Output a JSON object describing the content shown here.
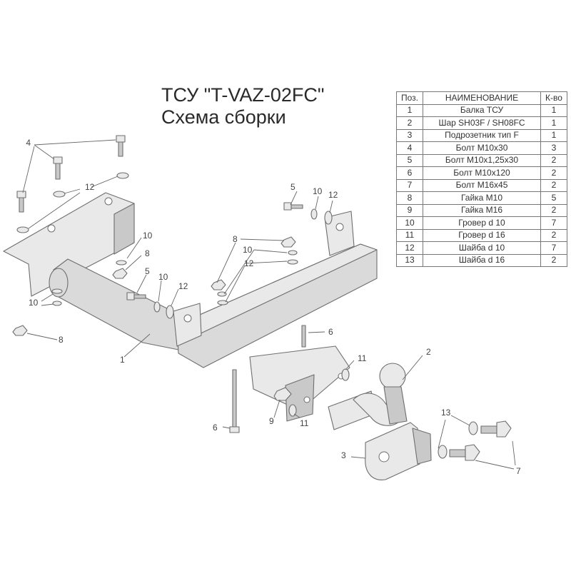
{
  "title": "ТСУ \"T-VAZ-02FC\"",
  "subtitle": "Схема сборки",
  "parts_table": {
    "headers": [
      "Поз.",
      "НАИМЕНОВАНИЕ",
      "К-во"
    ],
    "rows": [
      {
        "pos": "1",
        "name": "Балка ТСУ",
        "qty": "1"
      },
      {
        "pos": "2",
        "name": "Шар SH03F / SH08FC",
        "qty": "1"
      },
      {
        "pos": "3",
        "name": "Подрозетник тип F",
        "qty": "1"
      },
      {
        "pos": "4",
        "name": "Болт М10х30",
        "qty": "3"
      },
      {
        "pos": "5",
        "name": "Болт М10х1,25х30",
        "qty": "2"
      },
      {
        "pos": "6",
        "name": "Болт М10х120",
        "qty": "2"
      },
      {
        "pos": "7",
        "name": "Болт М16х45",
        "qty": "2"
      },
      {
        "pos": "8",
        "name": "Гайка  М10",
        "qty": "5"
      },
      {
        "pos": "9",
        "name": "Гайка  М16",
        "qty": "2"
      },
      {
        "pos": "10",
        "name": "Гровер d 10",
        "qty": "7"
      },
      {
        "pos": "11",
        "name": "Гровер d 16",
        "qty": "2"
      },
      {
        "pos": "12",
        "name": "Шайба d 10",
        "qty": "7"
      },
      {
        "pos": "13",
        "name": "Шайба d 16",
        "qty": "2"
      }
    ]
  },
  "callouts": {
    "c1": "1",
    "c2": "2",
    "c3": "3",
    "c4": "4",
    "c5a": "5",
    "c5b": "5",
    "c6a": "6",
    "c6b": "6",
    "c7": "7",
    "c8a": "8",
    "c8b": "8",
    "c8c": "8",
    "c9": "9",
    "c10a": "10",
    "c10b": "10",
    "c10c": "10",
    "c10d": "10",
    "c10e": "10",
    "c11a": "11",
    "c11b": "11",
    "c12a": "12",
    "c12b": "12",
    "c12c": "12",
    "c12d": "12",
    "c13": "13"
  }
}
